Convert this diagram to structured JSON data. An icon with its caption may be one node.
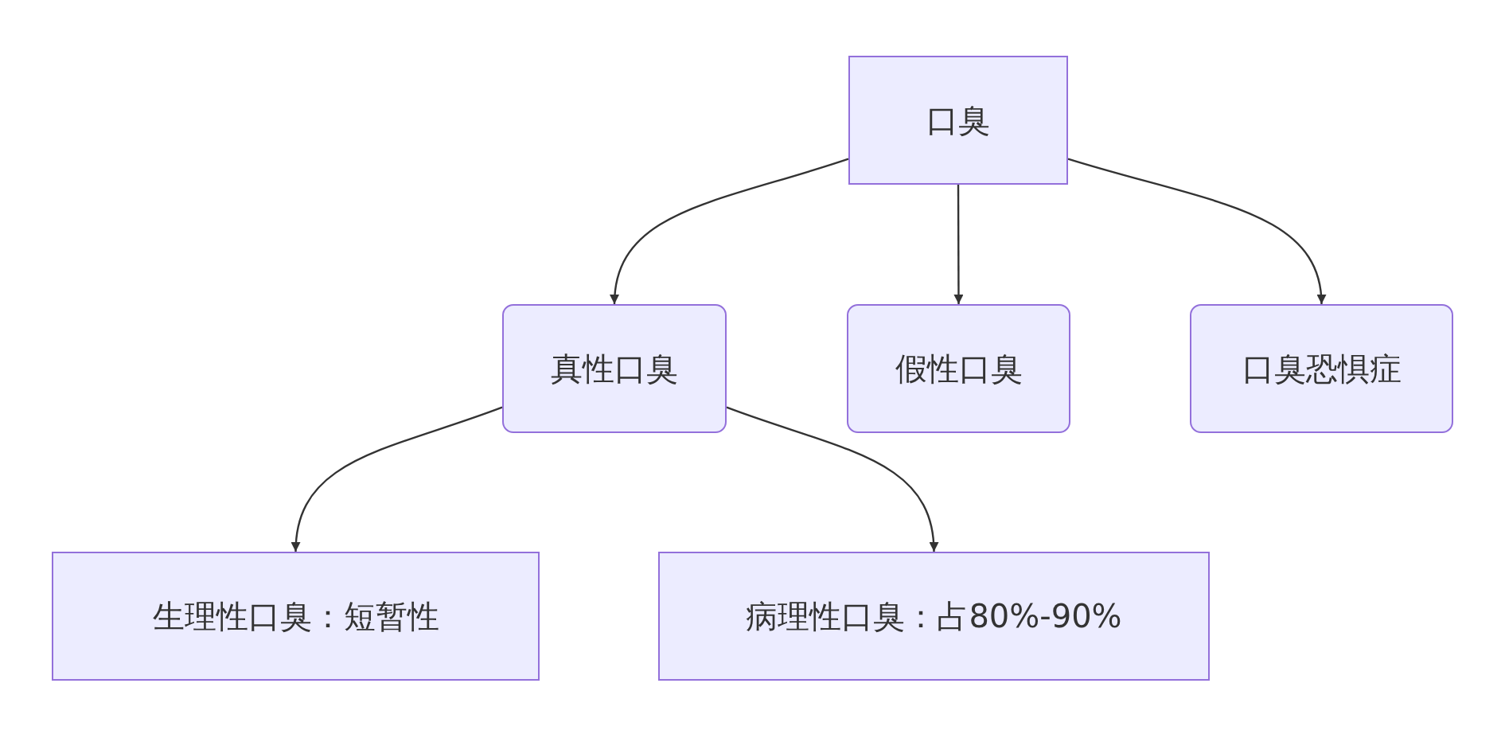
{
  "diagram": {
    "nodes": [
      {
        "text": [
          "口臭"
        ]
      },
      {
        "text": [
          "真性口臭"
        ]
      },
      {
        "text": [
          "假性口臭"
        ]
      },
      {
        "text": [
          "口臭恐惧症"
        ]
      },
      {
        "text": [
          "生理性口臭：短暂性"
        ]
      },
      {
        "text": [
          "病理性口臭：占80%-90%"
        ]
      }
    ],
    "edges": [
      {
        "from": 0,
        "to": 1,
        "arrow": "to"
      },
      {
        "from": 0,
        "to": 2,
        "arrow": "to"
      },
      {
        "from": 0,
        "to": 3,
        "arrow": "to"
      },
      {
        "from": 1,
        "to": 4,
        "arrow": "to"
      },
      {
        "from": 1,
        "to": 5,
        "arrow": "to"
      }
    ]
  }
}
